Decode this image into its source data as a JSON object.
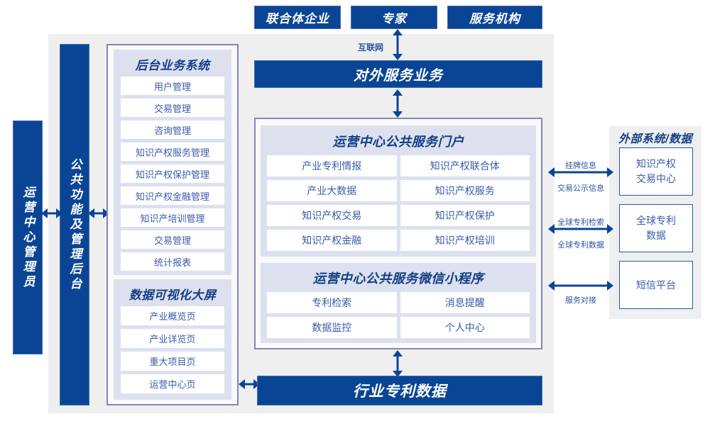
{
  "top_actors": [
    {
      "label": "联合体企业"
    },
    {
      "label": "专家"
    },
    {
      "label": "服务机构"
    }
  ],
  "internet_label": "互联网",
  "external_service_bar": {
    "label": "对外服务业务"
  },
  "left_columns": [
    {
      "label": "运营中心管理员"
    },
    {
      "label": "公共功能及管理后台"
    }
  ],
  "backend_system": {
    "title": "后台业务系统",
    "items": [
      {
        "label": "用户管理"
      },
      {
        "label": "交易管理"
      },
      {
        "label": "咨询管理"
      },
      {
        "label": "知识产权服务管理"
      },
      {
        "label": "知识产权保护管理"
      },
      {
        "label": "知识产权金融管理"
      },
      {
        "label": "知识产培训管理"
      },
      {
        "label": "交易管理"
      },
      {
        "label": "统计报表"
      }
    ]
  },
  "visualization_board": {
    "title": "数据可视化大屏",
    "items": [
      {
        "label": "产业概览页"
      },
      {
        "label": "产业详览页"
      },
      {
        "label": "重大项目页"
      },
      {
        "label": "运营中心页"
      }
    ]
  },
  "public_portal": {
    "title": "运营中心公共服务门户",
    "items": [
      {
        "label": "产业专利情报"
      },
      {
        "label": "知识产权联合体"
      },
      {
        "label": "产业大数据"
      },
      {
        "label": "知识产权服务"
      },
      {
        "label": "知识产权交易"
      },
      {
        "label": "知识产权保护"
      },
      {
        "label": "知识产权金融"
      },
      {
        "label": "知识产权培训"
      }
    ]
  },
  "mini_program": {
    "title": "运营中心公共服务微信小程序",
    "items": [
      {
        "label": "专利检索"
      },
      {
        "label": "消息提醒"
      },
      {
        "label": "数据监控"
      },
      {
        "label": "个人中心"
      }
    ]
  },
  "industry_patent_data": {
    "label": "行业专利数据"
  },
  "external_systems": {
    "title": "外部系统/数据",
    "items": [
      {
        "label": "知识产权\n交易中心",
        "line1": "知识产权",
        "line2": "交易中心"
      },
      {
        "label": "全球专利\n数据",
        "line1": "全球专利",
        "line2": "数据"
      },
      {
        "label": "短信平台",
        "line1": "短信平台",
        "line2": ""
      }
    ],
    "connectors": [
      {
        "above": "挂牌信息",
        "below": "交易公示信息"
      },
      {
        "above": "全球专利检索",
        "below": "全球专利数据"
      },
      {
        "above": "",
        "below": "服务对接"
      }
    ]
  },
  "colors": {
    "brand_blue": "#0a4595",
    "panel_gray": "#efefef",
    "lavender": "#dde0ef",
    "outline": "#8287b5",
    "cell_text": "#3a5ba8",
    "title_text": "#123f86"
  }
}
